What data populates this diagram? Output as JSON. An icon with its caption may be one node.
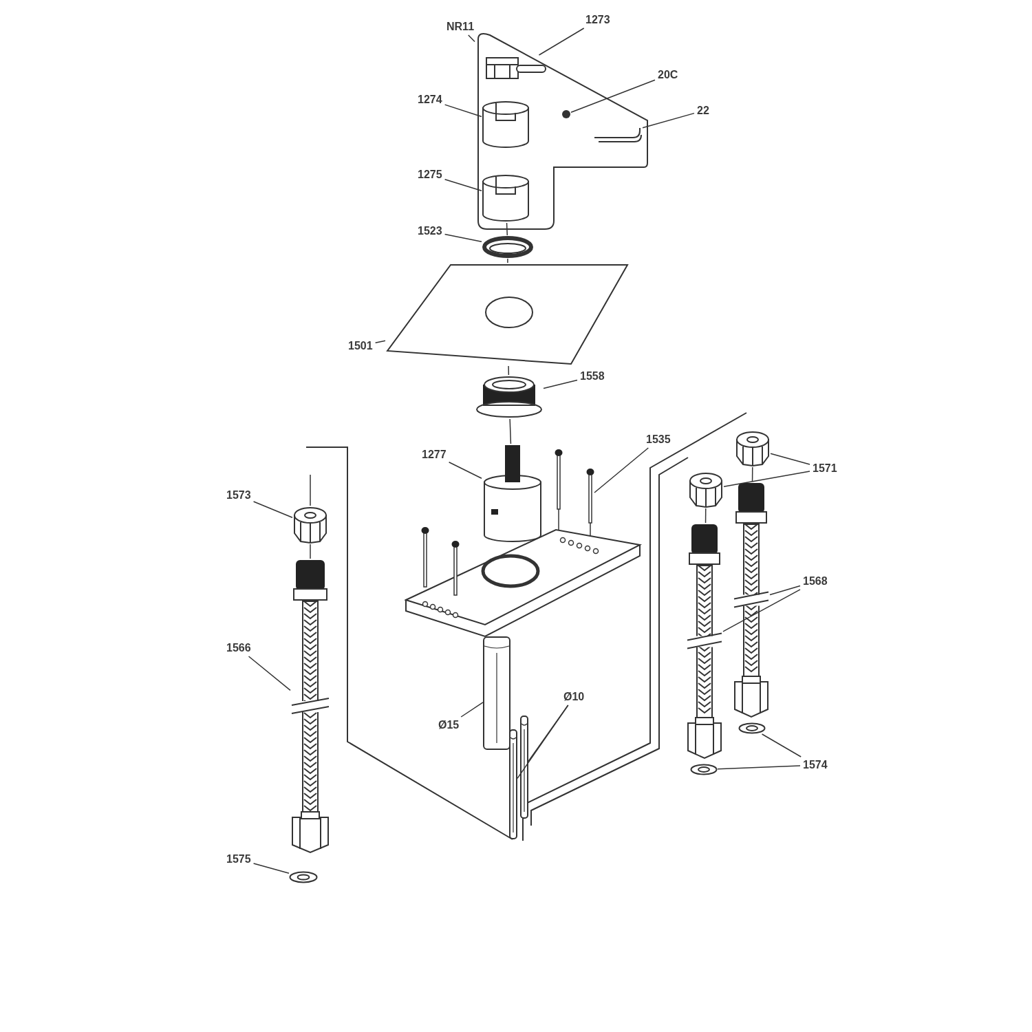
{
  "diagram": {
    "nodes": [
      {
        "text": [
          "NR11"
        ]
      },
      {
        "text": [
          "1273"
        ]
      },
      {
        "text": [
          "20C"
        ]
      },
      {
        "text": [
          "1274"
        ]
      },
      {
        "text": [
          "22"
        ]
      },
      {
        "text": [
          "1275"
        ]
      },
      {
        "text": [
          "1523"
        ]
      },
      {
        "text": [
          "1501"
        ]
      },
      {
        "text": [
          "1558"
        ]
      },
      {
        "text": [
          "1277"
        ]
      },
      {
        "text": [
          "1535"
        ]
      },
      {
        "text": [
          "1573"
        ]
      },
      {
        "text": [
          "1571"
        ]
      },
      {
        "text": [
          "1568"
        ]
      },
      {
        "text": [
          "1566"
        ]
      },
      {
        "text": [
          "Ø10"
        ]
      },
      {
        "text": [
          "Ø15"
        ]
      },
      {
        "text": [
          "1574"
        ]
      },
      {
        "text": [
          "1575"
        ]
      },
      {
        "text": [],
        "shape": "picture"
      },
      {
        "text": [],
        "shape": "picture",
        "in": 19
      },
      {
        "text": [],
        "shape": "circle",
        "in": 19
      },
      {
        "text": [],
        "shape": "picture",
        "in": 19
      },
      {
        "text": [],
        "shape": "cylinder",
        "in": 19
      },
      {
        "text": [],
        "shape": "cylinder",
        "in": 19
      },
      {
        "text": [],
        "shape": "picture"
      },
      {
        "text": [],
        "shape": "picture"
      },
      {
        "text": [],
        "shape": "picture"
      },
      {
        "text": [],
        "shape": "picture"
      },
      {
        "text": [],
        "shape": "picture"
      },
      {
        "text": [],
        "shape": "picture"
      },
      {
        "text": [],
        "shape": "picture"
      },
      {
        "text": [],
        "shape": "picture"
      },
      {
        "text": [],
        "shape": "picture"
      },
      {
        "text": [],
        "shape": "picture"
      },
      {
        "text": [],
        "shape": "picture"
      },
      {
        "text": [],
        "shape": "cylinder"
      },
      {
        "text": [],
        "shape": "cylinder"
      },
      {
        "text": [],
        "shape": "cylinder"
      },
      {
        "text": [],
        "shape": "picture"
      },
      {
        "text": [],
        "shape": "picture"
      },
      {
        "text": [],
        "shape": "picture"
      }
    ],
    "edges": [
      {
        "from": 0,
        "to": 19,
        "arrow": "none"
      },
      {
        "from": 1,
        "to": 20,
        "arrow": "none"
      },
      {
        "from": 2,
        "to": 21,
        "arrow": "none"
      },
      {
        "from": 3,
        "to": 23,
        "arrow": "none"
      },
      {
        "from": 4,
        "to": 22,
        "arrow": "none"
      },
      {
        "from": 5,
        "to": 24,
        "arrow": "none"
      },
      {
        "from": 6,
        "to": 25,
        "arrow": "none"
      },
      {
        "from": 7,
        "to": 26,
        "arrow": "none"
      },
      {
        "from": 8,
        "to": 27,
        "arrow": "none"
      },
      {
        "from": 9,
        "to": 28,
        "arrow": "none"
      },
      {
        "from": 10,
        "to": 29,
        "arrow": "none"
      },
      {
        "from": 11,
        "to": 30,
        "arrow": "none"
      },
      {
        "from": 12,
        "to": 31,
        "arrow": "none"
      },
      {
        "from": 12,
        "to": 32,
        "arrow": "none"
      },
      {
        "from": 13,
        "to": 33,
        "arrow": "none"
      },
      {
        "from": 13,
        "to": 34,
        "arrow": "none"
      },
      {
        "from": 14,
        "to": 35,
        "arrow": "none"
      },
      {
        "from": 15,
        "to": 37,
        "arrow": "none"
      },
      {
        "from": 15,
        "to": 38,
        "arrow": "none"
      },
      {
        "from": 16,
        "to": 36,
        "arrow": "none"
      },
      {
        "from": 17,
        "to": 39,
        "arrow": "none"
      },
      {
        "from": 17,
        "to": 40,
        "arrow": "none"
      },
      {
        "from": 18,
        "to": 41,
        "arrow": "none"
      },
      {
        "from": 24,
        "to": 25,
        "arrow": "none"
      },
      {
        "from": 25,
        "to": 26,
        "arrow": "none"
      },
      {
        "from": 26,
        "to": 27,
        "arrow": "none"
      },
      {
        "from": 27,
        "to": 28,
        "arrow": "none"
      },
      {
        "from": 30,
        "to": 35,
        "arrow": "none"
      },
      {
        "from": 31,
        "to": 33,
        "arrow": "none"
      },
      {
        "from": 32,
        "to": 34,
        "arrow": "none"
      }
    ]
  }
}
